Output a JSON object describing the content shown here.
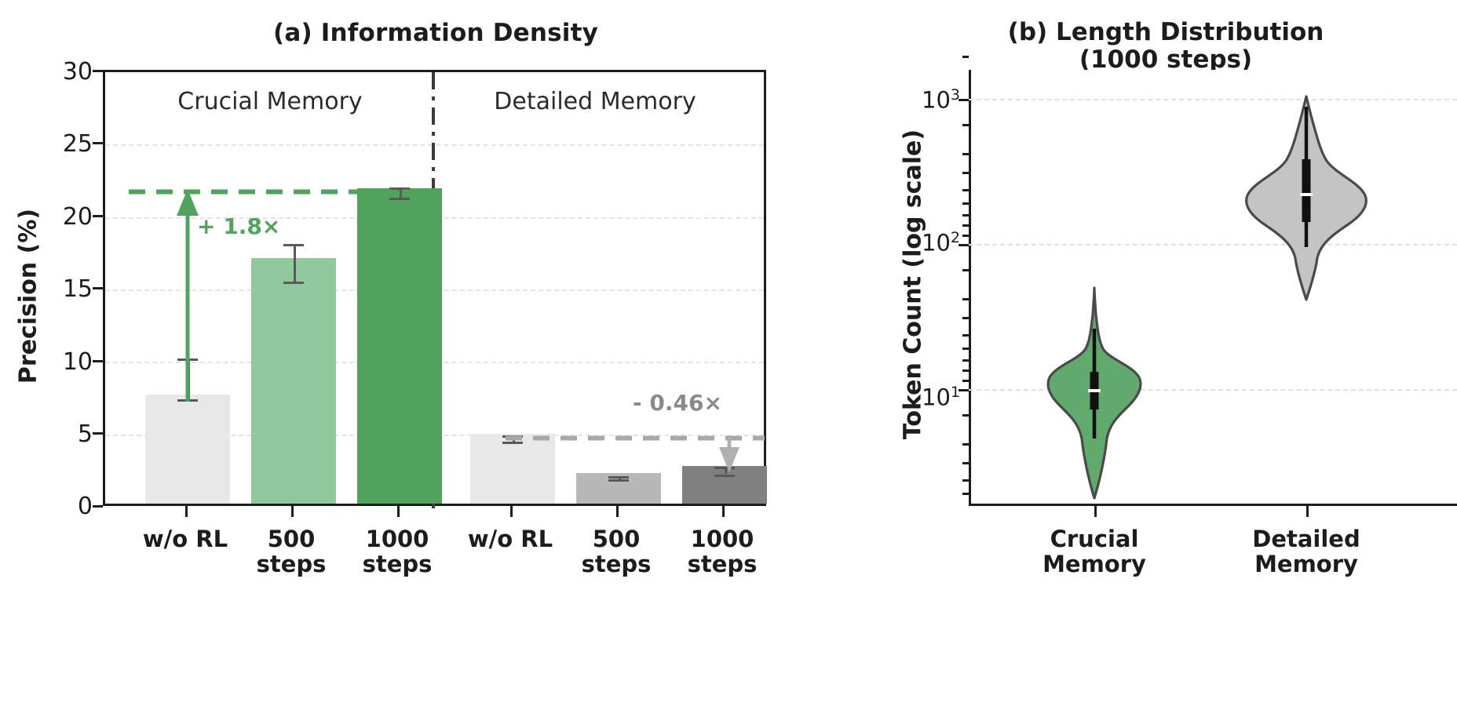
{
  "figure": {
    "panels": [
      {
        "tag": "(a)",
        "title": "(a) Information Density",
        "ylabel": "Precision (%)"
      },
      {
        "tag": "(b)",
        "title_line1": "(b) Length Distribution",
        "title_line2": "(1000 steps)",
        "ylabel": "Token Count (log scale)"
      }
    ]
  },
  "colors": {
    "bar_wo_rl": "#e8e8e8",
    "bar_green_500": "#8fc99c",
    "bar_green_1000": "#51a25c",
    "bar_gray_500": "#b8b8b8",
    "bar_gray_1000": "#808080",
    "green_accent": "#51a25c",
    "gray_accent": "#8a8a8a",
    "axis": "#1c1c1c",
    "grid": "#e4e4e4",
    "error": "#595959",
    "violin_green": "#61a96c",
    "violin_gray": "#c4c4c4",
    "violin_edge": "#4a4a4a"
  },
  "chart_data": [
    {
      "type": "bar",
      "title": "(a) Information Density",
      "xlabel": "",
      "ylabel": "Precision (%)",
      "ylim": [
        0,
        30
      ],
      "yticks": [
        0,
        5,
        10,
        15,
        20,
        25,
        30
      ],
      "ytick_labels": [
        "0",
        "5",
        "10",
        "15",
        "20",
        "25",
        "30"
      ],
      "grid": true,
      "legend": "none",
      "groups": [
        {
          "name": "Crucial Memory",
          "categories": [
            "w/o RL",
            "500\nsteps",
            "1000\nsteps"
          ],
          "category_labels": [
            {
              "line1": "w/o RL",
              "line2": ""
            },
            {
              "line1": "500",
              "line2": "steps"
            },
            {
              "line1": "1000",
              "line2": "steps"
            }
          ],
          "values": [
            7.5,
            16.9,
            21.7
          ],
          "errors": [
            1.4,
            1.3,
            0.35
          ],
          "colors": [
            "#e8e8e8",
            "#8fc99c",
            "#51a25c"
          ]
        },
        {
          "name": "Detailed Memory",
          "categories": [
            "w/o RL",
            "500\nsteps",
            "1000\nsteps"
          ],
          "category_labels": [
            {
              "line1": "w/o RL",
              "line2": ""
            },
            {
              "line1": "500",
              "line2": "steps"
            },
            {
              "line1": "1000",
              "line2": "steps"
            }
          ],
          "values": [
            4.8,
            2.1,
            2.6
          ],
          "errors": [
            0.2,
            0.1,
            0.25
          ],
          "colors": [
            "#e8e8e8",
            "#b8b8b8",
            "#808080"
          ]
        }
      ],
      "annotations": [
        {
          "text": "+ 1.8×",
          "color": "#51a25c",
          "reference_line_y": 21.7,
          "arrow_from_y": 7.5,
          "arrow_to_y": 21.7,
          "direction": "up"
        },
        {
          "text": "- 0.46×",
          "color": "#8a8a8a",
          "reference_line_y": 4.8,
          "arrow_from_y": 4.8,
          "arrow_to_y": 2.7,
          "direction": "down"
        }
      ]
    },
    {
      "type": "violin",
      "title": "(b) Length Distribution (1000 steps)",
      "xlabel": "",
      "ylabel": "Token Count (log scale)",
      "yscale": "log",
      "ylim": [
        3,
        1400
      ],
      "ytick_labels": [
        "10¹",
        "10²",
        "10³"
      ],
      "ytick_values": [
        10,
        100,
        1000
      ],
      "grid": true,
      "categories": [
        "Crucial\nMemory",
        "Detailed\nMemory"
      ],
      "category_labels": [
        {
          "line1": "Crucial",
          "line2": "Memory"
        },
        {
          "line1": "Detailed",
          "line2": "Memory"
        }
      ],
      "series": [
        {
          "name": "Crucial Memory",
          "color": "#61a96c",
          "median": 11,
          "q1": 8.5,
          "q3": 14,
          "whisker_low": 5.5,
          "whisker_high": 24,
          "min": 3.0,
          "max": 75
        },
        {
          "name": "Detailed Memory",
          "color": "#c4c4c4",
          "median": 185,
          "q1": 150,
          "q3": 250,
          "whisker_low": 95,
          "whisker_high": 520,
          "min": 37,
          "max": 1050
        }
      ]
    }
  ]
}
